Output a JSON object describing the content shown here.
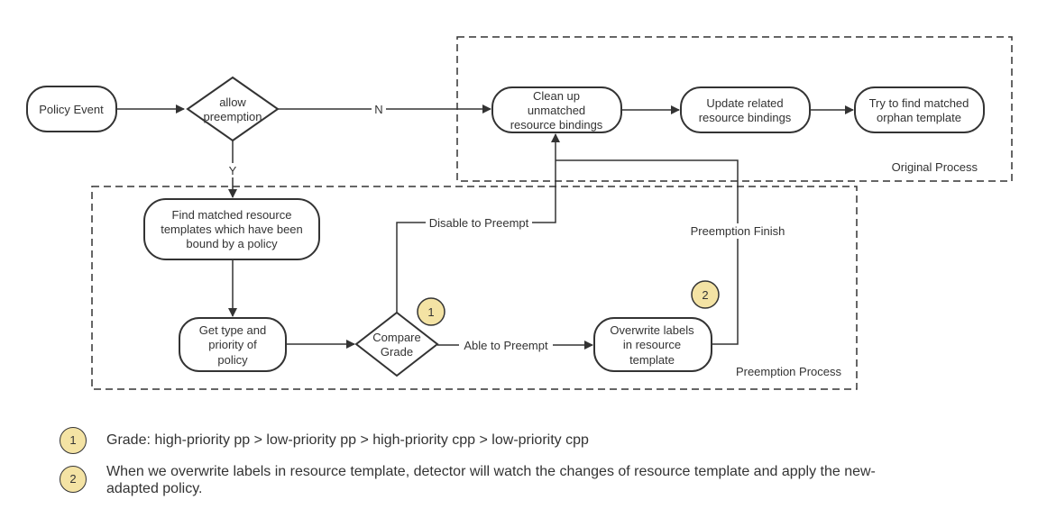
{
  "nodes": {
    "policy_event": "Policy Event",
    "allow_preemption": [
      "allow",
      "preemption"
    ],
    "clean_up": [
      "Clean up",
      "unmatched",
      "resource bindings"
    ],
    "update_related": [
      "Update related",
      "resource bindings"
    ],
    "try_find": [
      "Try to find matched",
      "orphan template"
    ],
    "find_matched": [
      "Find matched resource",
      "templates which have been",
      "bound by a policy"
    ],
    "get_type": [
      "Get type and",
      "priority of",
      "policy"
    ],
    "compare_grade": [
      "Compare",
      "Grade"
    ],
    "overwrite_labels": [
      "Overwrite labels",
      "in resource",
      "template"
    ]
  },
  "edge_labels": {
    "n": "N",
    "y": "Y",
    "disable_to_preempt": "Disable to Preempt",
    "able_to_preempt": "Able to Preempt",
    "preemption_finish": "Preemption Finish"
  },
  "groups": {
    "original_process": "Original Process",
    "preemption_process": "Preemption Process"
  },
  "badges": {
    "one": "1",
    "two": "2"
  },
  "legend": [
    {
      "num": "1",
      "text": "Grade: high-priority pp > low-priority pp > high-priority cpp > low-priority cpp"
    },
    {
      "num": "2",
      "text": "When we overwrite labels in resource template, detector will watch the changes of resource template and apply the new-adapted policy."
    }
  ],
  "colors": {
    "badge_fill": "#f4e3a4",
    "stroke": "#333333"
  }
}
